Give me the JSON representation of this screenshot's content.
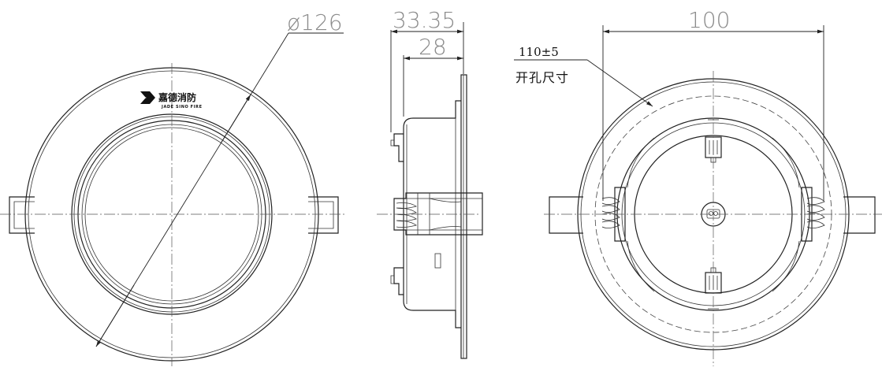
{
  "dimensions": {
    "outer_diameter": "ø126",
    "total_depth": "33.35",
    "body_depth": "28",
    "spring_span": "100"
  },
  "cutout_note": {
    "size": "110±5",
    "label": "开孔尺寸"
  },
  "logo": {
    "brand": "嘉德消防",
    "tagline": "JADE SINO FIRE"
  }
}
